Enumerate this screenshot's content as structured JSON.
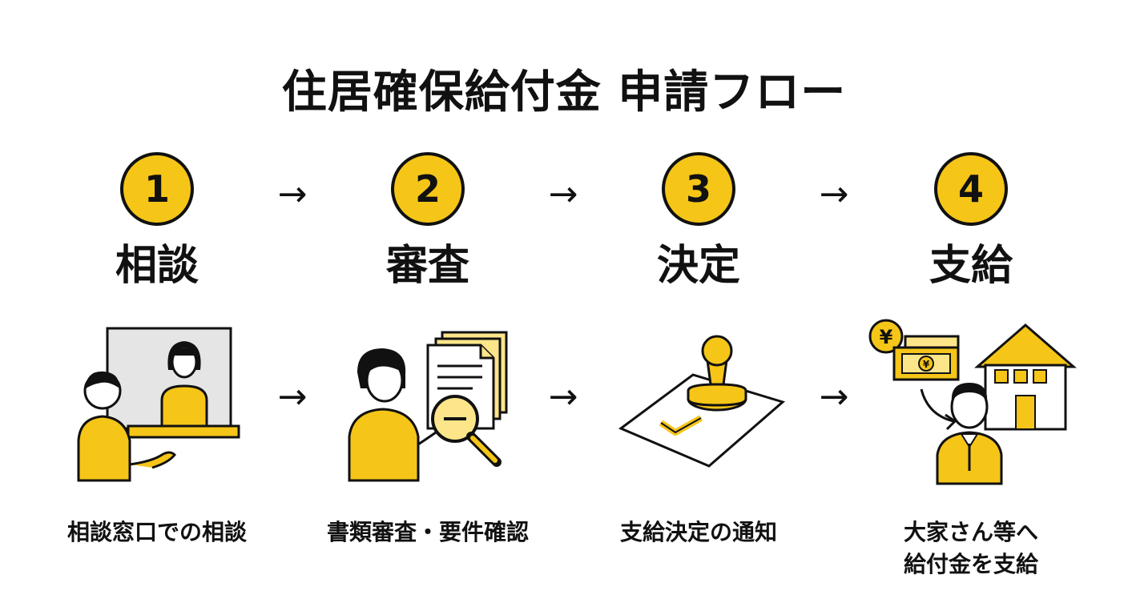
{
  "title": "住居確保給付金 申請フロー",
  "steps": [
    {
      "number": "1",
      "label": "相談",
      "description": [
        "相談窓口での相談"
      ]
    },
    {
      "number": "2",
      "label": "審査",
      "description": [
        "書類審査・要件確認"
      ]
    },
    {
      "number": "3",
      "label": "決定",
      "description": [
        "支給決定の通知"
      ]
    },
    {
      "number": "4",
      "label": "支給",
      "description": [
        "大家さん等へ",
        "給付金を支給"
      ]
    }
  ],
  "arrow_glyph": "→",
  "money_symbol": "¥",
  "colors": {
    "accent": "#f5c518",
    "ink": "#111111",
    "light_accent": "#fde68a"
  }
}
